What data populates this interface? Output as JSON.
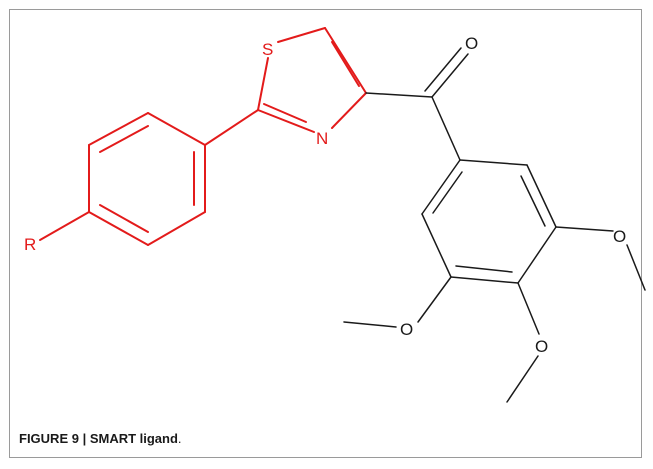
{
  "figure": {
    "caption_label": "FIGURE 9 | SMART ligand",
    "caption_end": "."
  },
  "molecule": {
    "atoms": {
      "sulfur": "S",
      "nitrogen": "N",
      "carbonyl_oxygen": "O",
      "r_group": "R",
      "methoxy_oxygen_right": "O",
      "methoxy_oxygen_left": "O",
      "methoxy_oxygen_bottom": "O"
    },
    "colors": {
      "highlight": "#e31b1b",
      "default": "#1a1a1a",
      "frame": "#9a9a9a"
    }
  }
}
